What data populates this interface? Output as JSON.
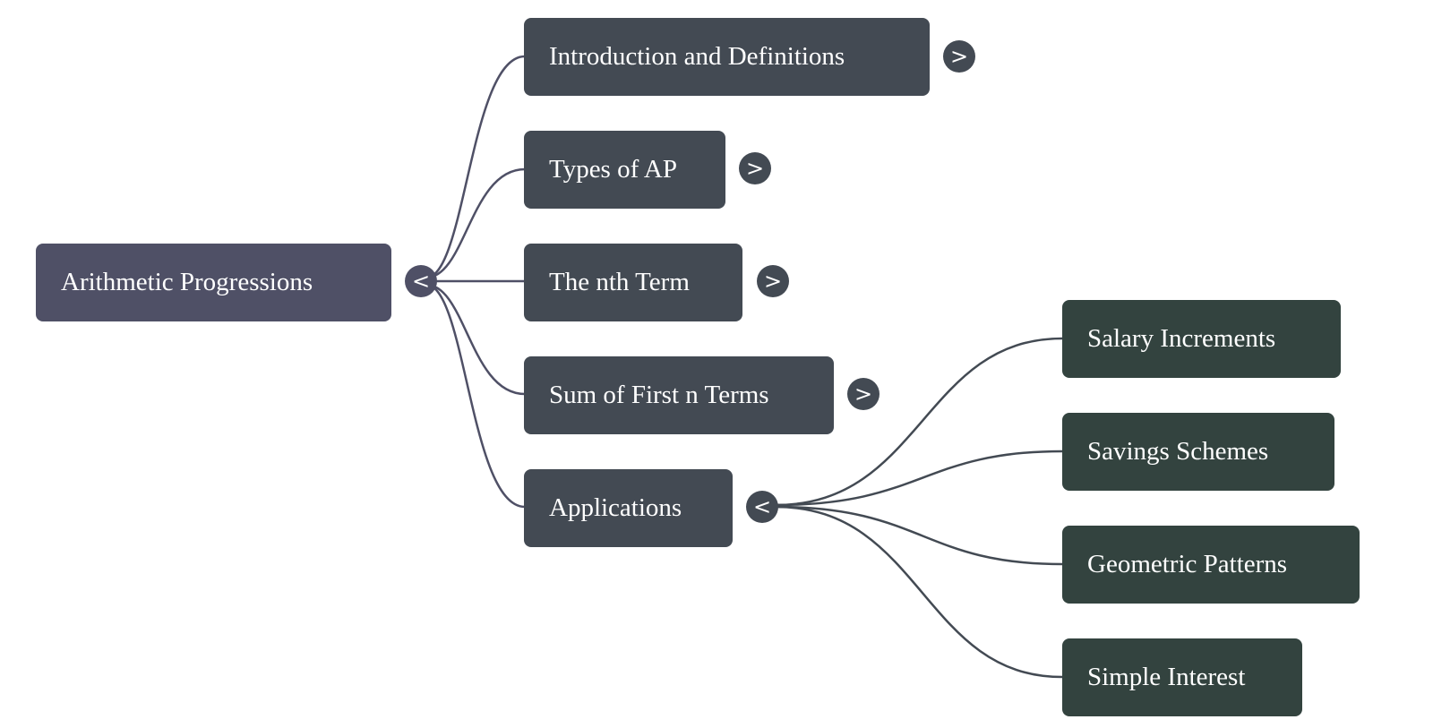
{
  "root": {
    "label": "Arithmetic Progressions",
    "toggle": "<"
  },
  "children": [
    {
      "label": "Introduction and Definitions",
      "toggle": ">"
    },
    {
      "label": "Types of AP",
      "toggle": ">"
    },
    {
      "label": "The nth Term",
      "toggle": ">"
    },
    {
      "label": "Sum of First n Terms",
      "toggle": ">"
    },
    {
      "label": "Applications",
      "toggle": "<"
    }
  ],
  "applications_children": [
    {
      "label": "Salary Increments"
    },
    {
      "label": "Savings Schemes"
    },
    {
      "label": "Geometric Patterns"
    },
    {
      "label": "Simple Interest"
    }
  ],
  "colors": {
    "root": "#4f5066",
    "level1": "#434a53",
    "level2": "#33433f",
    "link_root": "#4f5066",
    "link_l1": "#434a53"
  }
}
